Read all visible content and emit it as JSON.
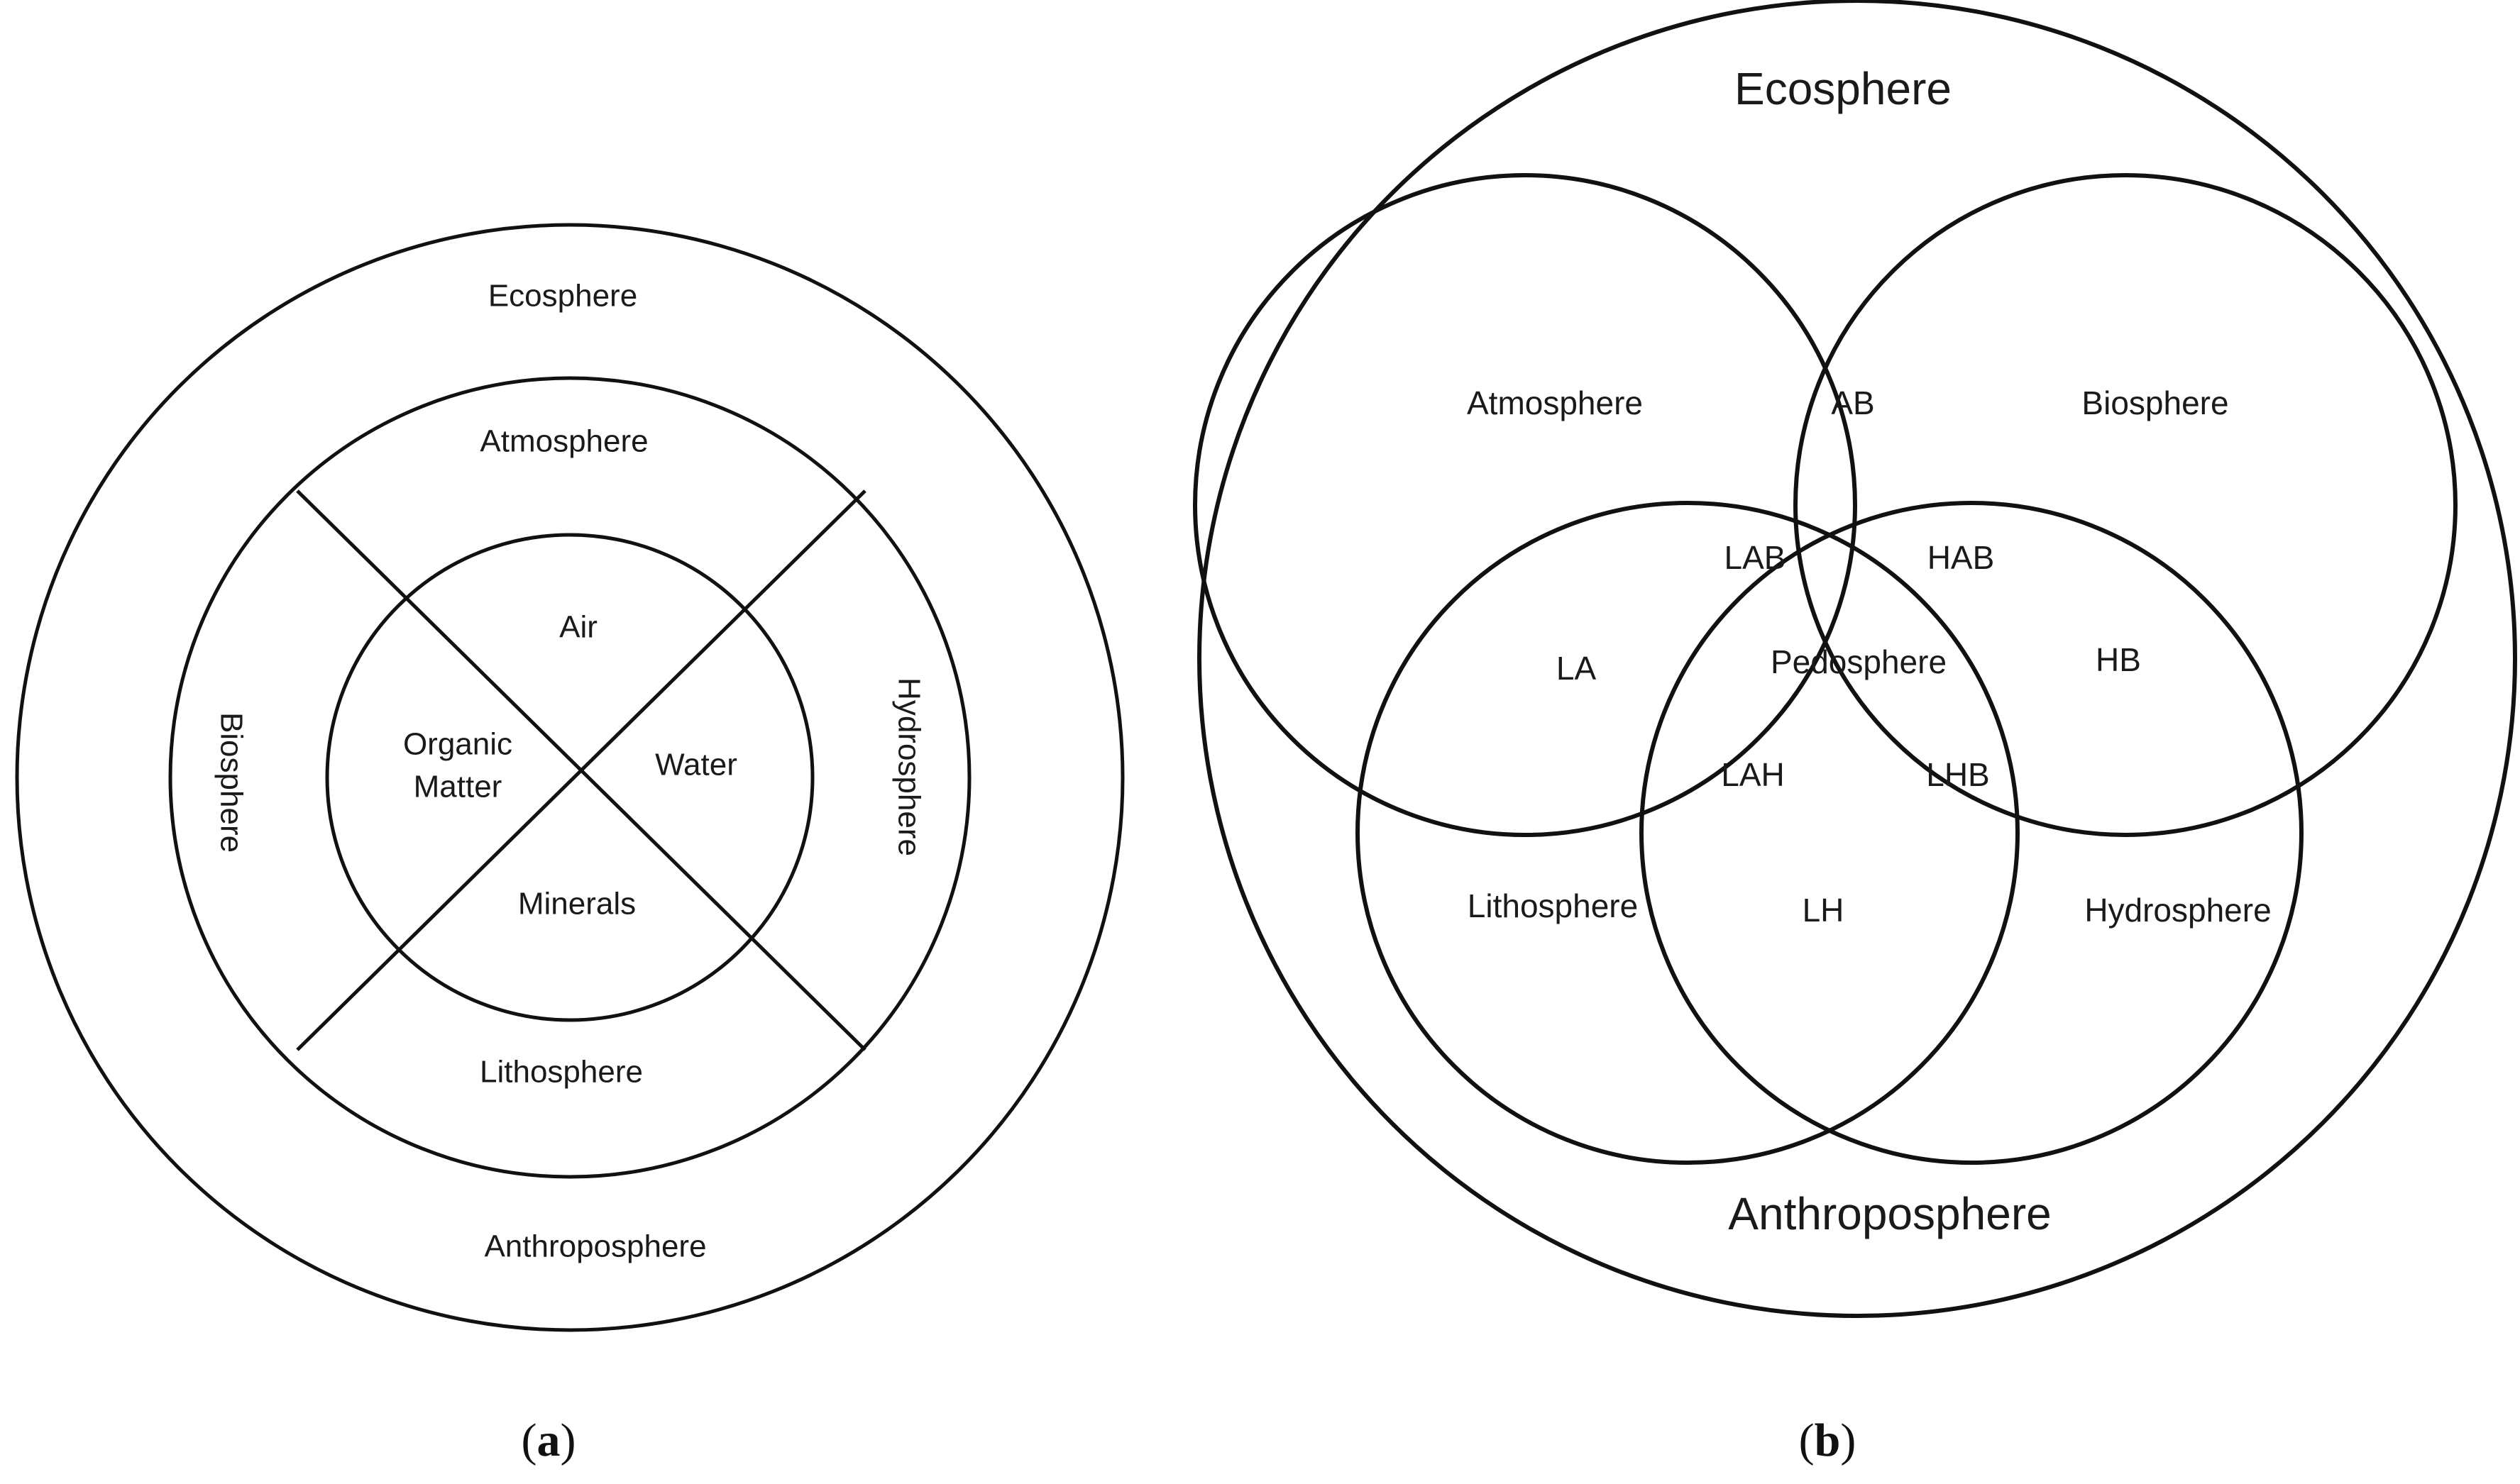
{
  "panel_a": {
    "caption": {
      "open": "(",
      "letter": "a",
      "close": ")"
    },
    "labels": {
      "ecosphere": "Ecosphere",
      "atmosphere": "Atmosphere",
      "biosphere": "Biosphere",
      "hydrosphere": "Hydrosphere",
      "lithosphere": "Lithosphere",
      "anthroposphere": "Anthroposphere",
      "air": "Air",
      "water": "Water",
      "minerals": "Minerals",
      "organic_line1": "Organic",
      "organic_line2": "Matter"
    }
  },
  "panel_b": {
    "caption": {
      "open": "(",
      "letter": "b",
      "close": ")"
    },
    "labels": {
      "ecosphere": "Ecosphere",
      "anthroposphere": "Anthroposphere",
      "atmosphere": "Atmosphere",
      "biosphere": "Biosphere",
      "lithosphere": "Lithosphere",
      "hydrosphere": "Hydrosphere",
      "ab": "AB",
      "la": "LA",
      "hb": "HB",
      "lh": "LH",
      "lab": "LAB",
      "hab": "HAB",
      "lah": "LAH",
      "lhb": "LHB",
      "pedosphere": "Pedosphere"
    }
  }
}
